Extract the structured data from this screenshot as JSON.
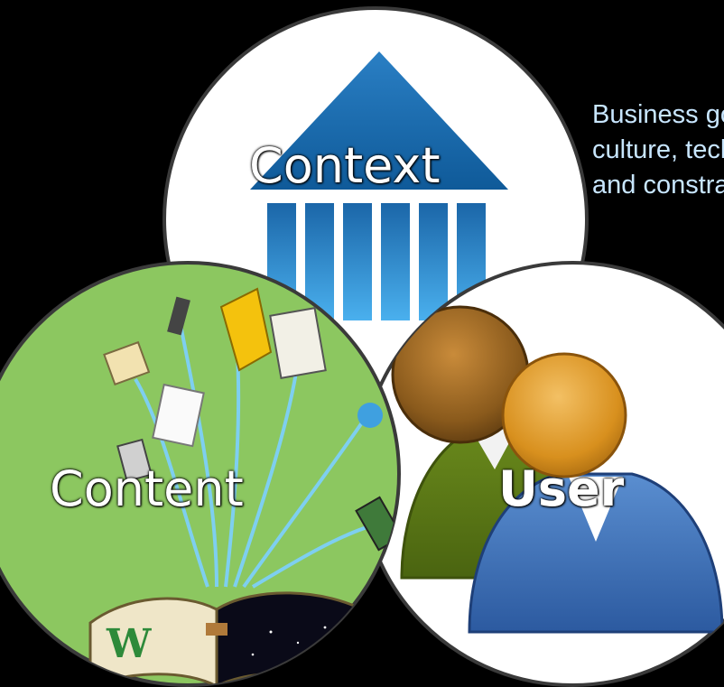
{
  "circles": {
    "context": {
      "label": "Context",
      "description_lines": [
        "Business goals, funding, politics,",
        "culture, technology, resources,",
        "and constraints"
      ]
    },
    "content": {
      "label": "Content"
    },
    "user": {
      "label": "User"
    }
  },
  "icons": {
    "context": "institution-building-icon",
    "content": "open-book-content-icon",
    "user": "two-users-icon"
  },
  "colors": {
    "background": "#000000",
    "context_circle": "#ffffff",
    "content_circle": "#8cc760",
    "user_circle": "#ffffff",
    "building_blue": "#1f6fb0",
    "description_text": "#c8e6ff",
    "label_text": "#ffffff"
  }
}
